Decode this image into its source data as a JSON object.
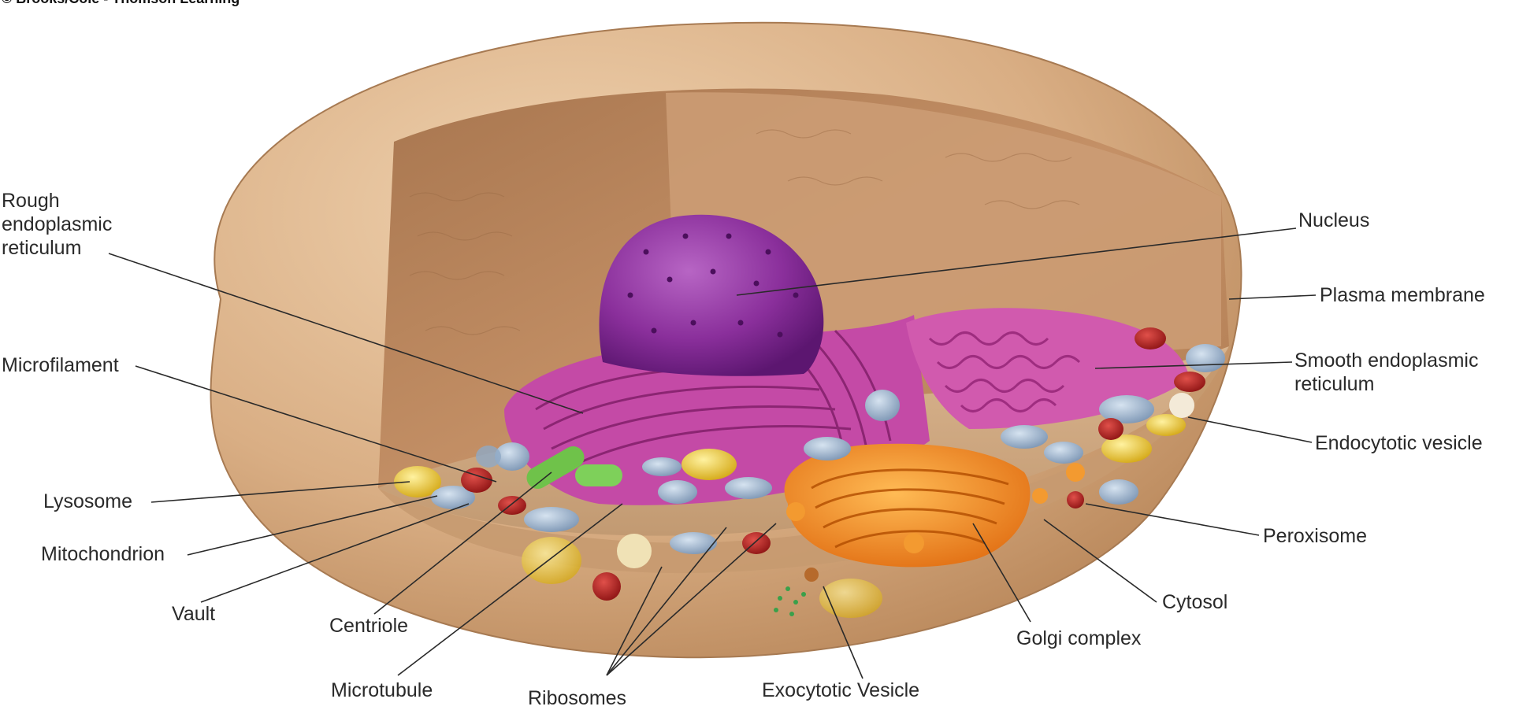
{
  "credit": "© Brooks/Cole - Thomson Learning",
  "labels": {
    "rough_er_1": "Rough",
    "rough_er_2": "endoplasmic",
    "rough_er_3": "reticulum",
    "nucleus": "Nucleus",
    "plasma_membrane": "Plasma membrane",
    "smooth_er_1": "Smooth endoplasmic",
    "smooth_er_2": "reticulum",
    "microfilament": "Microfilament",
    "endocytotic_vesicle": "Endocytotic vesicle",
    "lysosome": "Lysosome",
    "peroxisome": "Peroxisome",
    "mitochondrion": "Mitochondrion",
    "vault": "Vault",
    "centriole": "Centriole",
    "cytosol": "Cytosol",
    "golgi": "Golgi complex",
    "microtubule": "Microtubule",
    "ribosomes": "Ribosomes",
    "exocytotic_vesicle": "Exocytotic Vesicle"
  },
  "colors": {
    "membrane": "#d4a57a",
    "cytoplasm_wall": "#b9855a",
    "nucleus": "#8a2f9b",
    "er": "#b93c9c",
    "golgi": "#f08a1e",
    "mitochondria": "#8fa9c6",
    "lysosome": "#e3c238",
    "leader_line": "#2a2a2a"
  }
}
